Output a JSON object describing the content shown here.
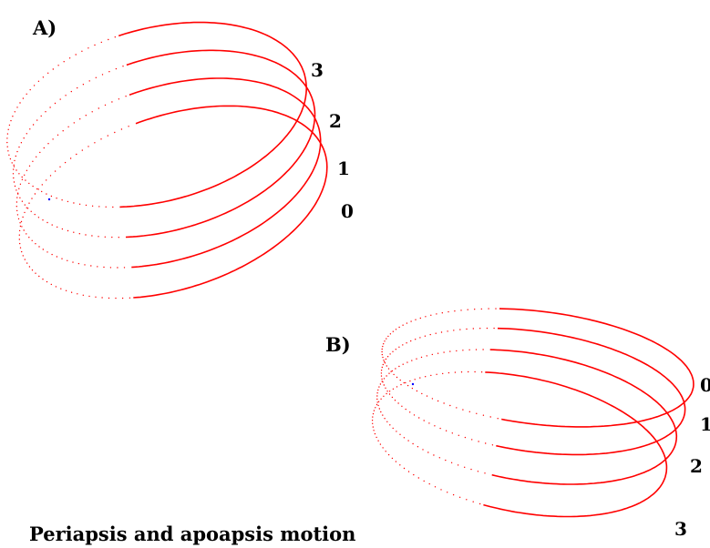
{
  "colors": {
    "orbit": "#ff0000",
    "focus": "#0000ff",
    "text": "#000000",
    "background": "#ffffff"
  },
  "panel_a": {
    "label": "A)",
    "orbit_labels": [
      "0",
      "1",
      "2",
      "3"
    ]
  },
  "panel_b": {
    "label": "B)",
    "orbit_labels": [
      "0",
      "1",
      "2",
      "3"
    ]
  },
  "caption": "Periapsis and apoapsis motion"
}
